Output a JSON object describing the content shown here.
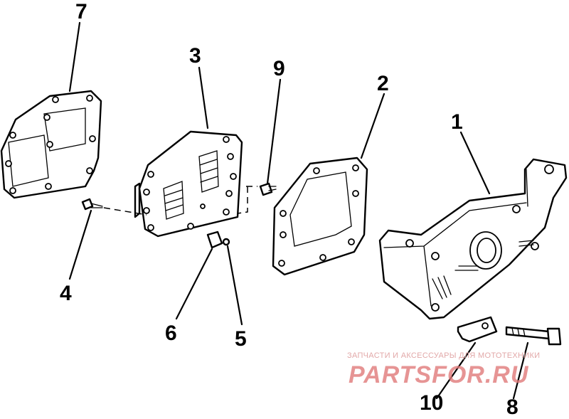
{
  "callouts": [
    {
      "id": "1",
      "label": "1"
    },
    {
      "id": "2",
      "label": "2"
    },
    {
      "id": "3",
      "label": "3"
    },
    {
      "id": "4",
      "label": "4"
    },
    {
      "id": "5",
      "label": "5"
    },
    {
      "id": "6",
      "label": "6"
    },
    {
      "id": "7",
      "label": "7"
    },
    {
      "id": "8",
      "label": "8"
    },
    {
      "id": "9",
      "label": "9"
    },
    {
      "id": "10",
      "label": "10"
    }
  ],
  "watermark": {
    "tagline": "ЗАПЧАСТИ И АКСЕССУАРЫ ДЛЯ МОТОТЕХНИКИ",
    "logo_text": "PARTSFOR.RU",
    "logo_color": "#e07a7a",
    "tagline_color": "#e2a8a8"
  },
  "colors": {
    "line": "#000000",
    "background": "#ffffff"
  }
}
